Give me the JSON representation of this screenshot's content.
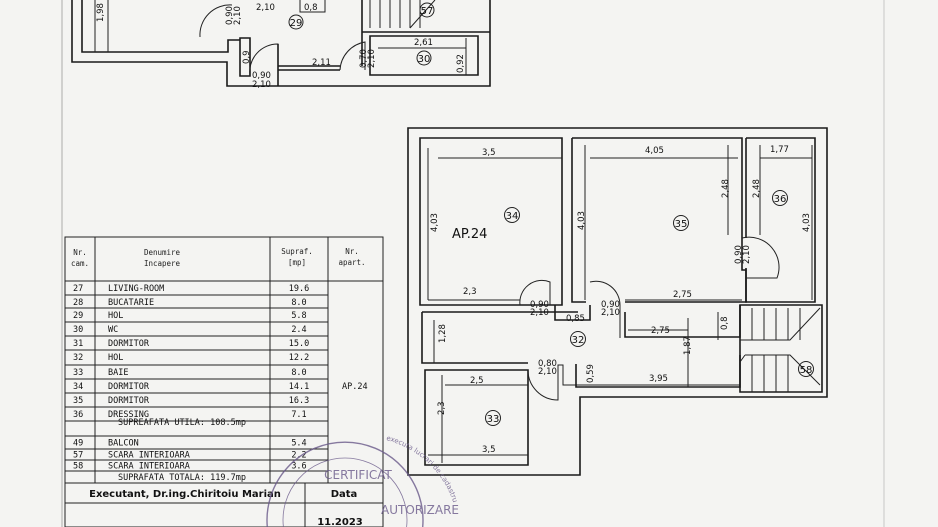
{
  "upper_plan": {
    "labels": [
      "1,98",
      "0,90",
      "2,10",
      "2,10",
      "0,8",
      "0,9",
      "0,90",
      "2,10",
      "2,11",
      "0,70",
      "2,10",
      "2,61",
      "0,92"
    ],
    "rooms": [
      "29",
      "57",
      "30"
    ]
  },
  "lower_plan": {
    "apartment_label": "AP.24",
    "labels": [
      "3,5",
      "4,05",
      "1,77",
      "4,03",
      "4,03",
      "2,48",
      "2,48",
      "4,03",
      "0,90",
      "2,10",
      "2,3",
      "2,75",
      "0,90",
      "2,10",
      "0,90",
      "2,10",
      "0,85",
      "1,28",
      "2,75",
      "0,8",
      "1,87",
      "0,80",
      "2,10",
      "0,59",
      "3,95",
      "2,5",
      "2,3",
      "3,5"
    ],
    "rooms": [
      "34",
      "35",
      "36",
      "32",
      "33",
      "58"
    ]
  },
  "table": {
    "headers": [
      "Nr. cam.",
      "Denumire Incapere",
      "Supraf. [mp]",
      "Nr. apart."
    ],
    "header_lines": [
      [
        "Nr.",
        "cam."
      ],
      [
        "Denumire",
        "Incapere"
      ],
      [
        "Supraf.",
        "[mp]"
      ],
      [
        "Nr.",
        "apart."
      ]
    ],
    "rows": [
      {
        "nr": "27",
        "name": "LIVING-ROOM",
        "area": "19.6"
      },
      {
        "nr": "28",
        "name": "BUCATARIE",
        "area": "8.0"
      },
      {
        "nr": "29",
        "name": "HOL",
        "area": "5.8"
      },
      {
        "nr": "30",
        "name": "WC",
        "area": "2.4"
      },
      {
        "nr": "31",
        "name": "DORMITOR",
        "area": "15.0"
      },
      {
        "nr": "32",
        "name": "HOL",
        "area": "12.2"
      },
      {
        "nr": "33",
        "name": "BAIE",
        "area": "8.0"
      },
      {
        "nr": "34",
        "name": "DORMITOR",
        "area": "14.1"
      },
      {
        "nr": "35",
        "name": "DORMITOR",
        "area": "16.3"
      },
      {
        "nr": "36",
        "name": "DRESSING",
        "area": "7.1"
      }
    ],
    "apartment": "AP.24",
    "useful_area": "SUPREAFATA UTILA: 108.5mp",
    "extra_rows": [
      {
        "nr": "49",
        "name": "BALCON",
        "area": "5.4"
      },
      {
        "nr": "57",
        "name": "SCARA INTERIOARA",
        "area": "2.2"
      },
      {
        "nr": "58",
        "name": "SCARA INTERIOARA",
        "area": "3.6"
      }
    ],
    "total_area": "SUPRAFATA TOTALA: 119.7mp",
    "executant": "Executant,  Dr.ing.Chiritoiu Marian",
    "date_label": "Data",
    "date_value": "11.2023"
  },
  "stamp": {
    "arc_text": "executa lucrari de cadastru",
    "line1": "CERTIFICAT",
    "line2": "AUTORIZARE",
    "color": "#6a5a8a"
  }
}
